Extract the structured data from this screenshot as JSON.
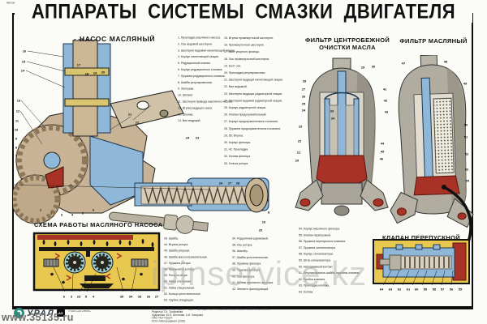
{
  "meta": {
    "top_note": "Автомобиль — тягач Урал — 4320 — 31. Серия из 40 плакатов на 35 листах. Плакат 8 на 1 листе.",
    "title": "АППАРАТЫ СИСТЕМЫ СМАЗКИ ДВИГАТЕЛЯ"
  },
  "sections": {
    "pump": {
      "title": "НАСОС МАСЛЯНЫЙ"
    },
    "centrifugal_filter": {
      "title_line1": "ФИЛЬТР ЦЕНТРОБЕЖНОЙ",
      "title_line2": "ОЧИСТКИ МАСЛА"
    },
    "oil_filter": {
      "title": "ФИЛЬТР МАСЛЯНЫЙ"
    },
    "pump_schema": {
      "title": "СХЕМА РАБОТЫ МАСЛЯНОГО НАСОСА"
    },
    "bypass_valve": {
      "title": "КЛАПАН ПЕРЕПУСКНОЙ"
    }
  },
  "parts_list": {
    "columns": [
      {
        "id": "col1",
        "items": [
          "1. Прокладка масляного насоса.",
          "2. Ось ведомой шестерни.",
          "3. Шестерня ведомая нагнетающей секции.",
          "4. Корпус нагнетающей секции.",
          "5. Редукционный клапан.",
          "6. Корпус редукционного клапана.",
          "7. Пружина редукционного клапана.",
          "8. Шайба регулировочная.",
          "9. Заглушка.",
          "10. Шплинт.",
          "11. Шестерня привода масляного насоса.",
          "12. Втулка ведущего вала.",
          "13. Шпонка.",
          "14. Вал ведущий."
        ]
      },
      {
        "id": "col2",
        "items": [
          "15. Втулка промежуточной шестерни.",
          "16. Промежуточная шестерня.",
          "17. Болт упорного фланца.",
          "18. Ось промежуточной шестерни.",
          "19. Болт оси.",
          "20. Прокладка регулировочная.",
          "21. Шестерня ведущая нагнетающей секции.",
          "22. Вал ведомый.",
          "23. Шестерня ведущая радиаторной секции.",
          "24. Шестерня ведомая радиаторной секции.",
          "25. Корпус радиаторной секции.",
          "26. Клапан предохранительный.",
          "27. Корпус предохранительного клапана.",
          "28. Пружина предохранительного клапана.",
          "29, 65. Втулка.",
          "30. Корпус фильтра.",
          "31, 42. Прокладка.",
          "32. Колпак фильтра.",
          "33. Гильза ротора."
        ]
      },
      {
        "id": "col3",
        "items": [
          "43. Шайба.",
          "44. Втулка ротора.",
          "45. Шайба упорная.",
          "46. Шайба маслоотражательная.",
          "47. Пружина ротора.",
          "48. Крыльчатка ротора.",
          "49. Ротор в сборе.",
          "50. Гайка стопорная.",
          "51. Гайка специальная.",
          "52. Кольцо уплотнительное.",
          "53. Трубка отводящая."
        ]
      },
      {
        "id": "col4",
        "items": [
          "34. Подшипник шариковый.",
          "35. Ось ротора.",
          "36. Жиклёр.",
          "37. Шайба уплотнительная.",
          "38. Пружина фильтра.",
          "39. Тарелка фильтра.",
          "40. Ось фильтра.",
          "41. Колпак масляного фильтра.",
          "42. Элемент фильтрующий."
        ]
      },
      {
        "id": "col5",
        "items": [
          "54. Корпус масляного фильтра.",
          "55. Клапан перепускной.",
          "56. Пружина перепускного клапана.",
          "57. Пружина сигнализатора.",
          "58. Корпус сигнализатора.",
          "59. Шток сигнализатора.",
          "60. Неподвижный контакт.",
          "61. Регулировочные шайбы пружины клапана.",
          "62. Пробка клапана.",
          "63. Прокладка колпака.",
          "64. Колпак."
        ]
      }
    ]
  },
  "callouts": {
    "pump": [
      [
        30,
        63,
        "16"
      ],
      [
        29,
        76,
        "15"
      ],
      [
        28,
        87,
        "14"
      ],
      [
        23,
        124,
        "13"
      ],
      [
        22,
        137,
        "12"
      ],
      [
        21,
        149,
        "11"
      ],
      [
        20,
        160,
        "10"
      ],
      [
        20,
        171,
        "9"
      ],
      [
        20,
        182,
        "8"
      ],
      [
        20,
        192,
        "7"
      ],
      [
        97,
        80,
        "17"
      ],
      [
        107,
        91,
        "18"
      ],
      [
        117,
        90,
        "19"
      ],
      [
        127,
        89,
        "20"
      ],
      [
        160,
        141,
        "21"
      ],
      [
        169,
        151,
        "22"
      ],
      [
        231,
        170,
        "24"
      ],
      [
        243,
        170,
        "23"
      ],
      [
        50,
        259,
        "1"
      ],
      [
        63,
        263,
        "2"
      ],
      [
        76,
        265,
        "3"
      ],
      [
        89,
        265,
        "4"
      ],
      [
        102,
        263,
        "5"
      ],
      [
        115,
        259,
        "6"
      ],
      [
        272,
        226,
        "26"
      ],
      [
        283,
        226,
        "27"
      ],
      [
        293,
        226,
        "28"
      ],
      [
        330,
        247,
        "9"
      ],
      [
        331,
        262,
        "8"
      ],
      [
        325,
        274,
        "10"
      ],
      [
        321,
        284,
        "20"
      ]
    ],
    "centrifugal": [
      [
        375,
        100,
        "28"
      ],
      [
        374,
        110,
        "27"
      ],
      [
        374,
        119,
        "26"
      ],
      [
        374,
        128,
        "25"
      ],
      [
        374,
        136,
        "24"
      ],
      [
        370,
        156,
        "23"
      ],
      [
        369,
        174,
        "22"
      ],
      [
        368,
        188,
        "21"
      ],
      [
        366,
        198,
        "20"
      ],
      [
        447,
        83,
        "29"
      ],
      [
        460,
        82,
        "30"
      ],
      [
        409,
        137,
        "33"
      ],
      [
        410,
        146,
        "34"
      ],
      [
        474,
        110,
        "41"
      ],
      [
        475,
        124,
        "42"
      ],
      [
        476,
        138,
        "43"
      ],
      [
        471,
        177,
        "44"
      ],
      [
        471,
        187,
        "45"
      ],
      [
        470,
        196,
        "46"
      ]
    ],
    "oil_filter": [
      [
        497,
        78,
        "47"
      ],
      [
        549,
        76,
        "48"
      ],
      [
        573,
        103,
        "49"
      ],
      [
        574,
        154,
        "50"
      ],
      [
        574,
        169,
        "51"
      ],
      [
        575,
        190,
        "52"
      ],
      [
        575,
        209,
        "53"
      ],
      [
        576,
        223,
        "54"
      ]
    ],
    "schema": [
      [
        79,
        366,
        "6"
      ],
      [
        88,
        366,
        "3"
      ],
      [
        97,
        366,
        "23"
      ],
      [
        106,
        366,
        "5"
      ],
      [
        115,
        366,
        "4"
      ],
      [
        150,
        366,
        "35"
      ],
      [
        161,
        366,
        "34"
      ],
      [
        172,
        366,
        "33"
      ],
      [
        183,
        366,
        "26"
      ],
      [
        193,
        366,
        "27"
      ]
    ],
    "bypass": [
      [
        470,
        357,
        "64"
      ],
      [
        481,
        357,
        "63"
      ],
      [
        492,
        357,
        "62"
      ],
      [
        503,
        357,
        "61"
      ],
      [
        513,
        357,
        "60"
      ],
      [
        524,
        357,
        "59"
      ],
      [
        535,
        357,
        "58"
      ],
      [
        545,
        357,
        "57"
      ],
      [
        556,
        357,
        "56"
      ],
      [
        567,
        357,
        "55"
      ]
    ]
  },
  "watermarks": {
    "center": "ipinservice.kz",
    "corner": "www.35135.ru"
  },
  "footer": {
    "logo_text": "УРАЛ",
    "logo_badge": "АЗ",
    "copyright": "© ОАО «АЗ «УРАЛ»",
    "credits": [
      "Автомобиль — тягач Урал — 4320 — 31. Серия из 40 плакатов на 35 листах. Плакат 8 на 1 листе.",
      "Редактор Т.А. Трофимова",
      "Художники: Ю.Н. Антонова, А.И. Захарова",
      "ОАО «АЗ «Урал»",
      "ООО «Автографика» (2002)"
    ]
  },
  "colors": {
    "steel_blue": "#8fb8d8",
    "tan": "#c9b396",
    "red": "#a83226",
    "yellow": "#e8c84e",
    "metal": "#aaa69a",
    "frame": "#111111",
    "cyan": "#9fd3d8"
  }
}
